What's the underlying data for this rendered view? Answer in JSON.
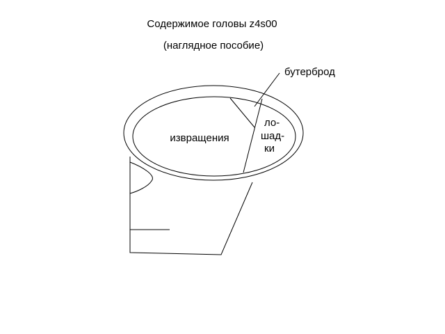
{
  "title": "Содержимое головы z4s00",
  "subtitle": "(наглядное пособие)",
  "labels": {
    "sandwich": "бутерброд",
    "perversions": "извращения",
    "horses_line1": "ло-",
    "horses_line2": "шад-",
    "horses_line3": "ки"
  },
  "colors": {
    "background": "#ffffff",
    "ink": "#000000"
  }
}
